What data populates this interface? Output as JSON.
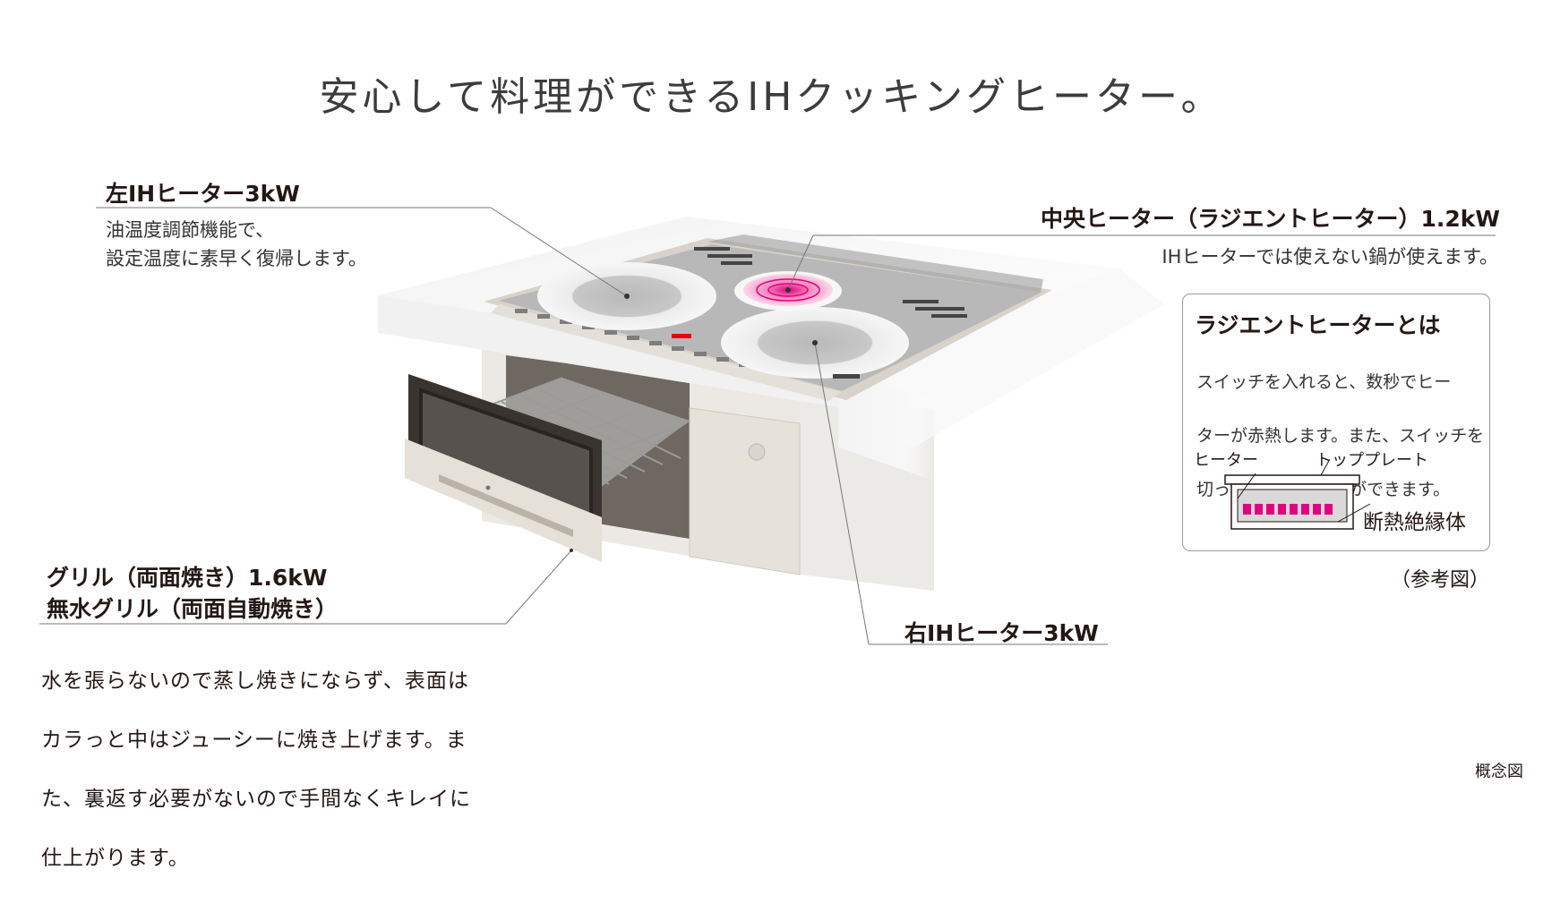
{
  "title": "安心して料理ができるIHクッキングヒーター。",
  "left_heater": {
    "heading": "左IHヒーター3kW",
    "description_lines": [
      "油温度調節機能で、",
      "設定温度に素早く復帰します。"
    ]
  },
  "center_heater": {
    "heading": "中央ヒーター（ラジエントヒーター）1.2kW",
    "description": "IHヒーターでは使えない鍋が使えます。"
  },
  "radiant_info": {
    "heading": "ラジエントヒーターとは",
    "description_lines": [
      "スイッチを入れると、数秒でヒー",
      "ターが赤熱します。また、スイッチを",
      "切った後も余熱調理ができます。"
    ],
    "diagram_labels": {
      "heater": "ヒーター",
      "top_plate": "トッププレート",
      "insulator": "断熱絶縁体"
    },
    "note": "（参考図）"
  },
  "grill": {
    "heading_line1": "グリル（両面焼き）1.6kW",
    "heading_line2": "無水グリル（両面自動焼き）",
    "description_lines": [
      "水を張らないので蒸し焼きにならず、表面は",
      "カラっと中はジューシーに焼き上げます。ま",
      "た、裏返す必要がないので手間なくキレイに",
      "仕上がります。"
    ]
  },
  "right_heater": {
    "heading": "右IHヒーター3kW"
  },
  "footer_note": "概念図",
  "colors": {
    "text": "#231815",
    "radiant_red": "#e4007f",
    "cooktop_gray": "#b5b5b5",
    "counter_white": "#f4f4f4",
    "cabinet_beige": "#ece7df"
  }
}
